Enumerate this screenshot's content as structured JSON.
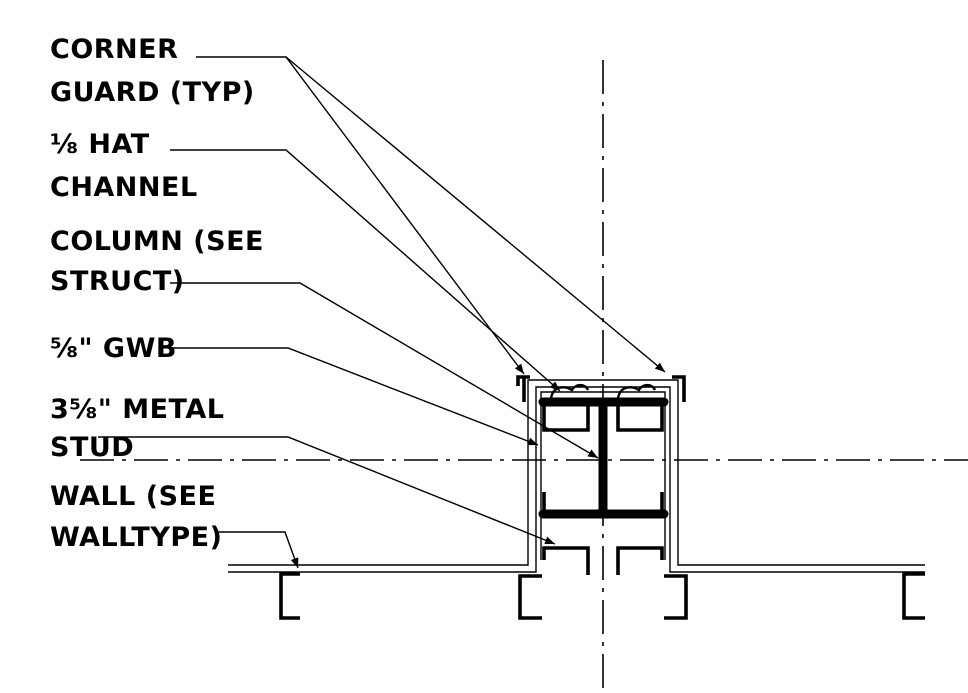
{
  "labels": {
    "corner_guard": [
      "CORNER",
      "GUARD (TYP)"
    ],
    "hat_channel": [
      "⅛ HAT",
      "CHANNEL"
    ],
    "column": [
      "COLUMN (SEE",
      "STRUCT)"
    ],
    "gwb": [
      "⅝\" GWB"
    ],
    "metal_stud": [
      "3⅝\" METAL",
      "STUD"
    ],
    "wall": [
      "WALL (SEE",
      "WALLTYPE)"
    ]
  }
}
